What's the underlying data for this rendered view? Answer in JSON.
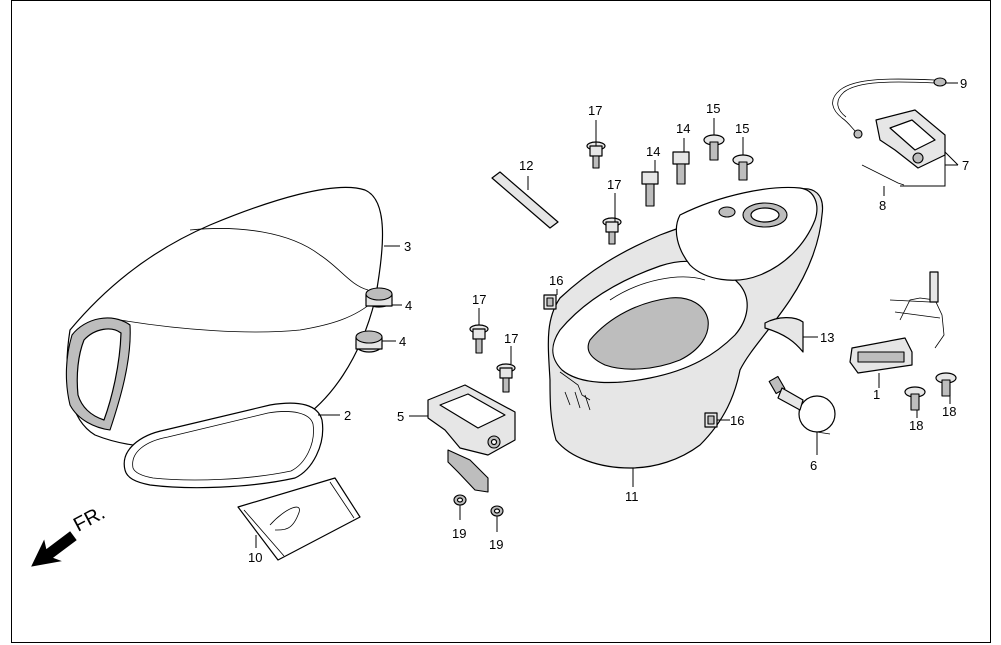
{
  "direction_label": "FR.",
  "callouts": [
    {
      "id": "c1",
      "text": "1"
    },
    {
      "id": "c2",
      "text": "2"
    },
    {
      "id": "c3",
      "text": "3"
    },
    {
      "id": "c4a",
      "text": "4"
    },
    {
      "id": "c4b",
      "text": "4"
    },
    {
      "id": "c5",
      "text": "5"
    },
    {
      "id": "c6",
      "text": "6"
    },
    {
      "id": "c7",
      "text": "7"
    },
    {
      "id": "c8",
      "text": "8"
    },
    {
      "id": "c9",
      "text": "9"
    },
    {
      "id": "c10",
      "text": "10"
    },
    {
      "id": "c11",
      "text": "11"
    },
    {
      "id": "c12",
      "text": "12"
    },
    {
      "id": "c13",
      "text": "13"
    },
    {
      "id": "c14a",
      "text": "14"
    },
    {
      "id": "c14b",
      "text": "14"
    },
    {
      "id": "c15a",
      "text": "15"
    },
    {
      "id": "c15b",
      "text": "15"
    },
    {
      "id": "c16a",
      "text": "16"
    },
    {
      "id": "c16b",
      "text": "16"
    },
    {
      "id": "c17a",
      "text": "17"
    },
    {
      "id": "c17b",
      "text": "17"
    },
    {
      "id": "c17c",
      "text": "17"
    },
    {
      "id": "c17d",
      "text": "17"
    },
    {
      "id": "c18a",
      "text": "18"
    },
    {
      "id": "c18b",
      "text": "18"
    },
    {
      "id": "c19a",
      "text": "19"
    },
    {
      "id": "c19b",
      "text": "19"
    }
  ]
}
